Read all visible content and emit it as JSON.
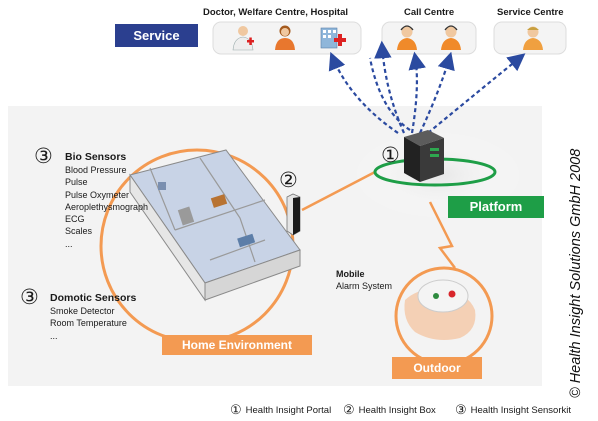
{
  "service": {
    "label": "Service",
    "groups": [
      {
        "title": "Doctor, Welfare Centre, Hospital",
        "icons": [
          "doctor-icon",
          "person-icon",
          "hospital-icon"
        ]
      },
      {
        "title": "Call Centre",
        "icons": [
          "headset-agent-icon",
          "headset-agent-icon"
        ]
      },
      {
        "title": "Service Centre",
        "icons": [
          "service-person-icon"
        ]
      }
    ]
  },
  "bio_sensors": {
    "number": "③",
    "title": "Bio Sensors",
    "items": [
      "Blood Pressure",
      "Pulse",
      "Pulse Oxymeter",
      "Aeroplethysmograph",
      "ECG",
      "Scales",
      "..."
    ]
  },
  "domotic_sensors": {
    "number": "③",
    "title": "Domotic Sensors",
    "items": [
      "Smoke Detector",
      "Room Temperature",
      "..."
    ]
  },
  "box_number": "②",
  "portal_number": "①",
  "platform_label": "Platform",
  "home_label": "Home Environment",
  "outdoor_label": "Outdoor",
  "mobile": {
    "title": "Mobile",
    "subtitle": "Alarm System"
  },
  "legend": [
    {
      "symbol": "①",
      "label": "Health Insight Portal"
    },
    {
      "symbol": "②",
      "label": "Health Insight Box"
    },
    {
      "symbol": "③",
      "label": "Health Insight Sensorkit"
    }
  ],
  "copyright": "© Health Insight Solutions GmbH 2008",
  "colors": {
    "service_blue": "#2b3f8f",
    "platform_green": "#1e9e47",
    "link_orange": "#f39a52",
    "arrow_blue": "#2b4aa0"
  }
}
